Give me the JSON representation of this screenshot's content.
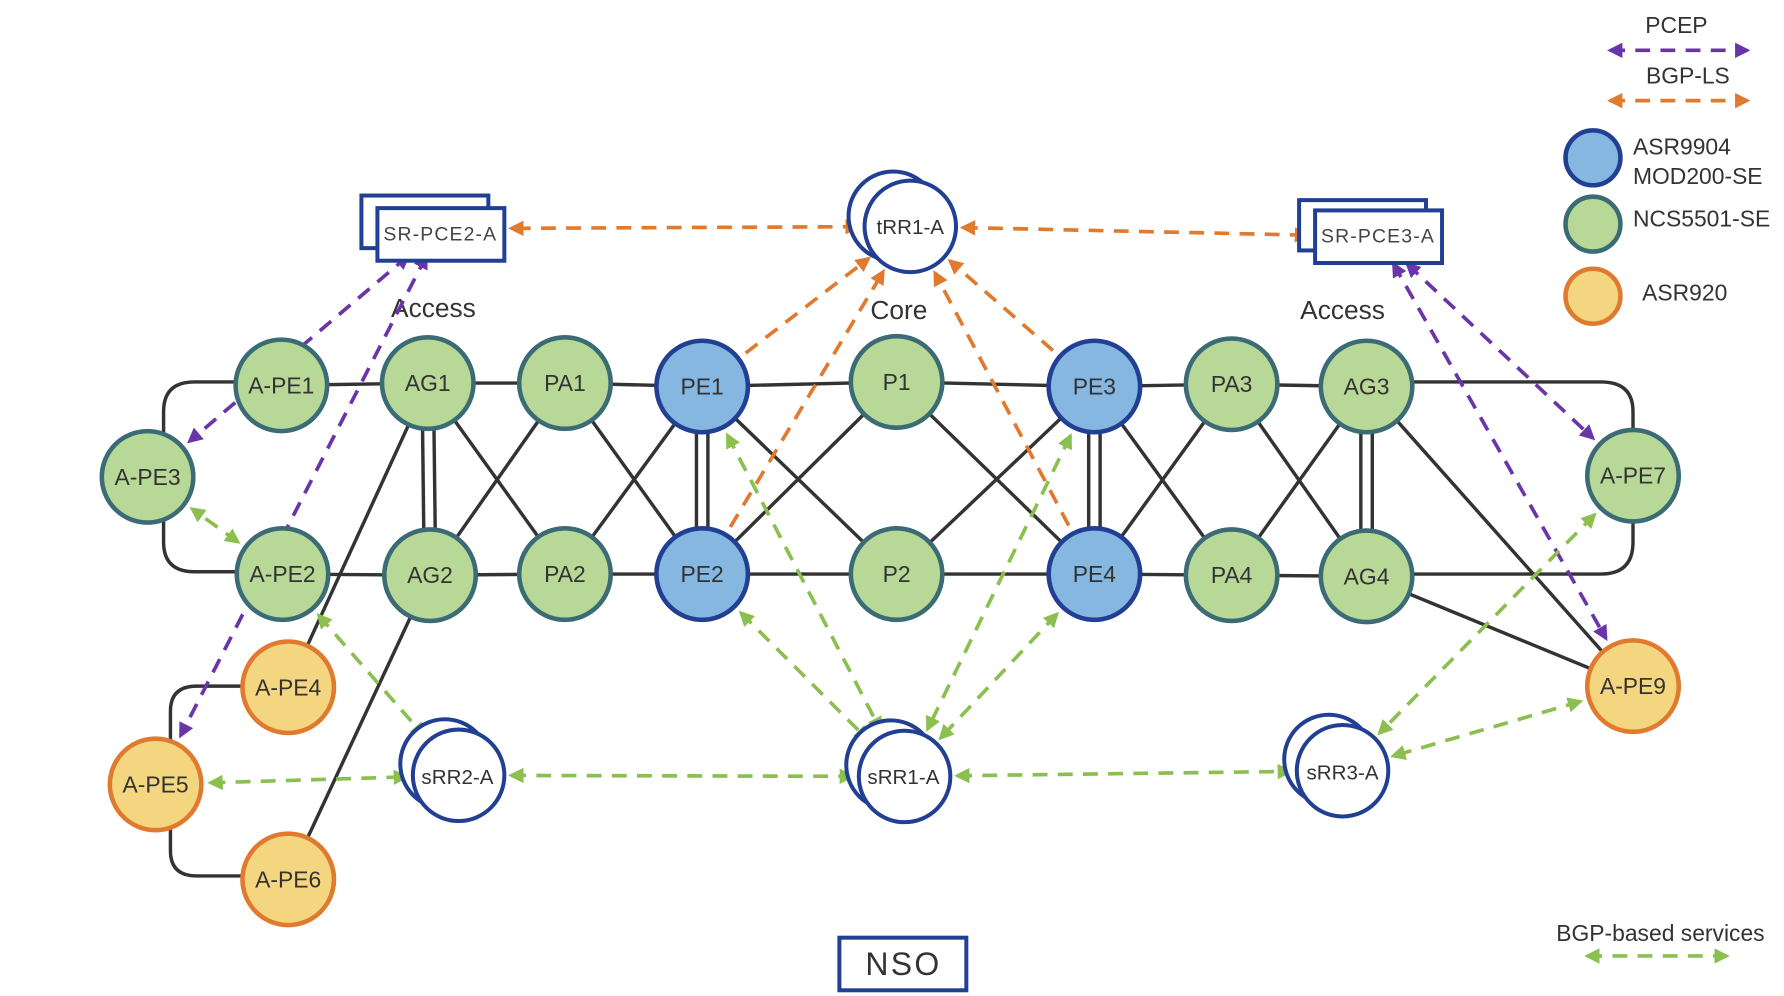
{
  "colors": {
    "pcep": "#6a35a8",
    "bgp_ls": "#e07a2e",
    "bgp_services": "#8bbf4f",
    "asr9904_fill": "#85b7e0",
    "asr9904_stroke": "#213f93",
    "ncs5501_fill": "#b8d898",
    "ncs5501_stroke": "#3b6b74",
    "asr920_fill": "#f4d680",
    "asr920_stroke": "#e07a2e",
    "rr_stroke": "#213f93",
    "link": "#333333"
  },
  "sections": {
    "access_left": "Access",
    "core": "Core",
    "access_right": "Access"
  },
  "legend": {
    "pcep": "PCEP",
    "bgp_ls": "BGP-LS",
    "asr9904_line1": "ASR9904",
    "asr9904_line2": "MOD200-SE",
    "ncs5501": "NCS5501-SE",
    "asr920": "ASR920",
    "bgp_services": "BGP-based services"
  },
  "controllers": {
    "pce2": "SR-PCE2-A",
    "pce3": "SR-PCE3-A",
    "trr1": "tRR1-A",
    "srr1": "sRR1-A",
    "srr2": "sRR2-A",
    "srr3": "sRR3-A",
    "nso": "NSO"
  },
  "nodes": [
    {
      "id": "A-PE1",
      "label": "A-PE1",
      "type": "ncs5501"
    },
    {
      "id": "A-PE2",
      "label": "A-PE2",
      "type": "ncs5501"
    },
    {
      "id": "A-PE3",
      "label": "A-PE3",
      "type": "ncs5501"
    },
    {
      "id": "A-PE4",
      "label": "A-PE4",
      "type": "asr920"
    },
    {
      "id": "A-PE5",
      "label": "A-PE5",
      "type": "asr920"
    },
    {
      "id": "A-PE6",
      "label": "A-PE6",
      "type": "asr920"
    },
    {
      "id": "AG1",
      "label": "AG1",
      "type": "ncs5501"
    },
    {
      "id": "AG2",
      "label": "AG2",
      "type": "ncs5501"
    },
    {
      "id": "PA1",
      "label": "PA1",
      "type": "ncs5501"
    },
    {
      "id": "PA2",
      "label": "PA2",
      "type": "ncs5501"
    },
    {
      "id": "PE1",
      "label": "PE1",
      "type": "asr9904"
    },
    {
      "id": "PE2",
      "label": "PE2",
      "type": "asr9904"
    },
    {
      "id": "P1",
      "label": "P1",
      "type": "ncs5501"
    },
    {
      "id": "P2",
      "label": "P2",
      "type": "ncs5501"
    },
    {
      "id": "PE3",
      "label": "PE3",
      "type": "asr9904"
    },
    {
      "id": "PE4",
      "label": "PE4",
      "type": "asr9904"
    },
    {
      "id": "PA3",
      "label": "PA3",
      "type": "ncs5501"
    },
    {
      "id": "PA4",
      "label": "PA4",
      "type": "ncs5501"
    },
    {
      "id": "AG3",
      "label": "AG3",
      "type": "ncs5501"
    },
    {
      "id": "AG4",
      "label": "AG4",
      "type": "ncs5501"
    },
    {
      "id": "A-PE7",
      "label": "A-PE7",
      "type": "ncs5501"
    },
    {
      "id": "A-PE9",
      "label": "A-PE9",
      "type": "asr920"
    }
  ],
  "links": [
    [
      "A-PE1",
      "AG1"
    ],
    [
      "AG1",
      "PA1"
    ],
    [
      "PA1",
      "PE1"
    ],
    [
      "PE1",
      "P1"
    ],
    [
      "P1",
      "PE3"
    ],
    [
      "PE3",
      "PA3"
    ],
    [
      "PA3",
      "AG3"
    ],
    [
      "A-PE2",
      "AG2"
    ],
    [
      "AG2",
      "PA2"
    ],
    [
      "PA2",
      "PE2"
    ],
    [
      "PE2",
      "P2"
    ],
    [
      "P2",
      "PE4"
    ],
    [
      "PE4",
      "PA4"
    ],
    [
      "PA4",
      "AG4"
    ],
    [
      "AG1",
      "PA2"
    ],
    [
      "AG2",
      "PA1"
    ],
    [
      "PA1",
      "PE2"
    ],
    [
      "PA2",
      "PE1"
    ],
    [
      "PE1",
      "P2"
    ],
    [
      "PE2",
      "P1"
    ],
    [
      "P1",
      "PE4"
    ],
    [
      "P2",
      "PE3"
    ],
    [
      "PE3",
      "PA4"
    ],
    [
      "PE4",
      "PA3"
    ],
    [
      "PA3",
      "AG4"
    ],
    [
      "PA4",
      "AG3"
    ],
    [
      "AG1",
      "A-PE4"
    ],
    [
      "AG2",
      "A-PE6"
    ],
    [
      "AG3",
      "A-PE9"
    ],
    [
      "AG4",
      "A-PE9"
    ]
  ],
  "double_links": [
    [
      "AG1",
      "AG2"
    ],
    [
      "PE1",
      "PE2"
    ],
    [
      "PE3",
      "PE4"
    ],
    [
      "AG3",
      "AG4"
    ]
  ],
  "sessions": {
    "pcep": [
      [
        "SR-PCE2-A",
        "A-PE3"
      ],
      [
        "SR-PCE2-A",
        "A-PE5"
      ],
      [
        "SR-PCE3-A",
        "A-PE7"
      ],
      [
        "SR-PCE3-A",
        "A-PE9"
      ]
    ],
    "bgp_ls": [
      [
        "tRR1-A",
        "SR-PCE2-A"
      ],
      [
        "tRR1-A",
        "SR-PCE3-A"
      ],
      [
        "PE1",
        "tRR1-A"
      ],
      [
        "PE2",
        "tRR1-A"
      ],
      [
        "PE3",
        "tRR1-A"
      ],
      [
        "PE4",
        "tRR1-A"
      ]
    ],
    "bgp_services": [
      [
        "A-PE2",
        "A-PE3"
      ],
      [
        "A-PE2",
        "sRR2-A"
      ],
      [
        "A-PE5",
        "sRR2-A"
      ],
      [
        "sRR2-A",
        "sRR1-A"
      ],
      [
        "sRR1-A",
        "sRR3-A"
      ],
      [
        "PE1",
        "sRR1-A"
      ],
      [
        "PE2",
        "sRR1-A"
      ],
      [
        "PE3",
        "sRR1-A"
      ],
      [
        "PE4",
        "sRR1-A"
      ],
      [
        "A-PE7",
        "sRR3-A"
      ],
      [
        "A-PE9",
        "sRR3-A"
      ]
    ]
  }
}
